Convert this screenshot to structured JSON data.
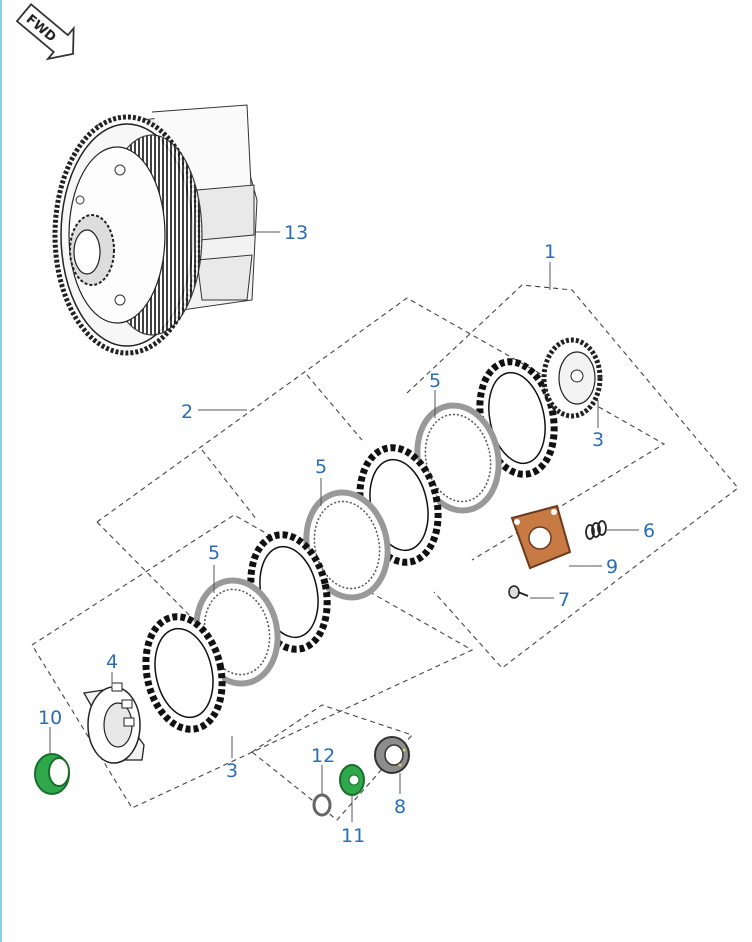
{
  "badge": {
    "label": "FWD"
  },
  "colors": {
    "callout": "#2a6db5",
    "green_part": "#2ea84a",
    "copper_part": "#c87a45",
    "steel_plate": "#9a9a9a",
    "friction_plate": "#2b2b2b"
  },
  "callouts": {
    "c1": "1",
    "c2": "2",
    "c3a": "3",
    "c3b": "3",
    "c4": "4",
    "c5a": "5",
    "c5b": "5",
    "c5c": "5",
    "c6": "6",
    "c7": "7",
    "c8": "8",
    "c9": "9",
    "c10": "10",
    "c11": "11",
    "c12": "12",
    "c13": "13"
  }
}
